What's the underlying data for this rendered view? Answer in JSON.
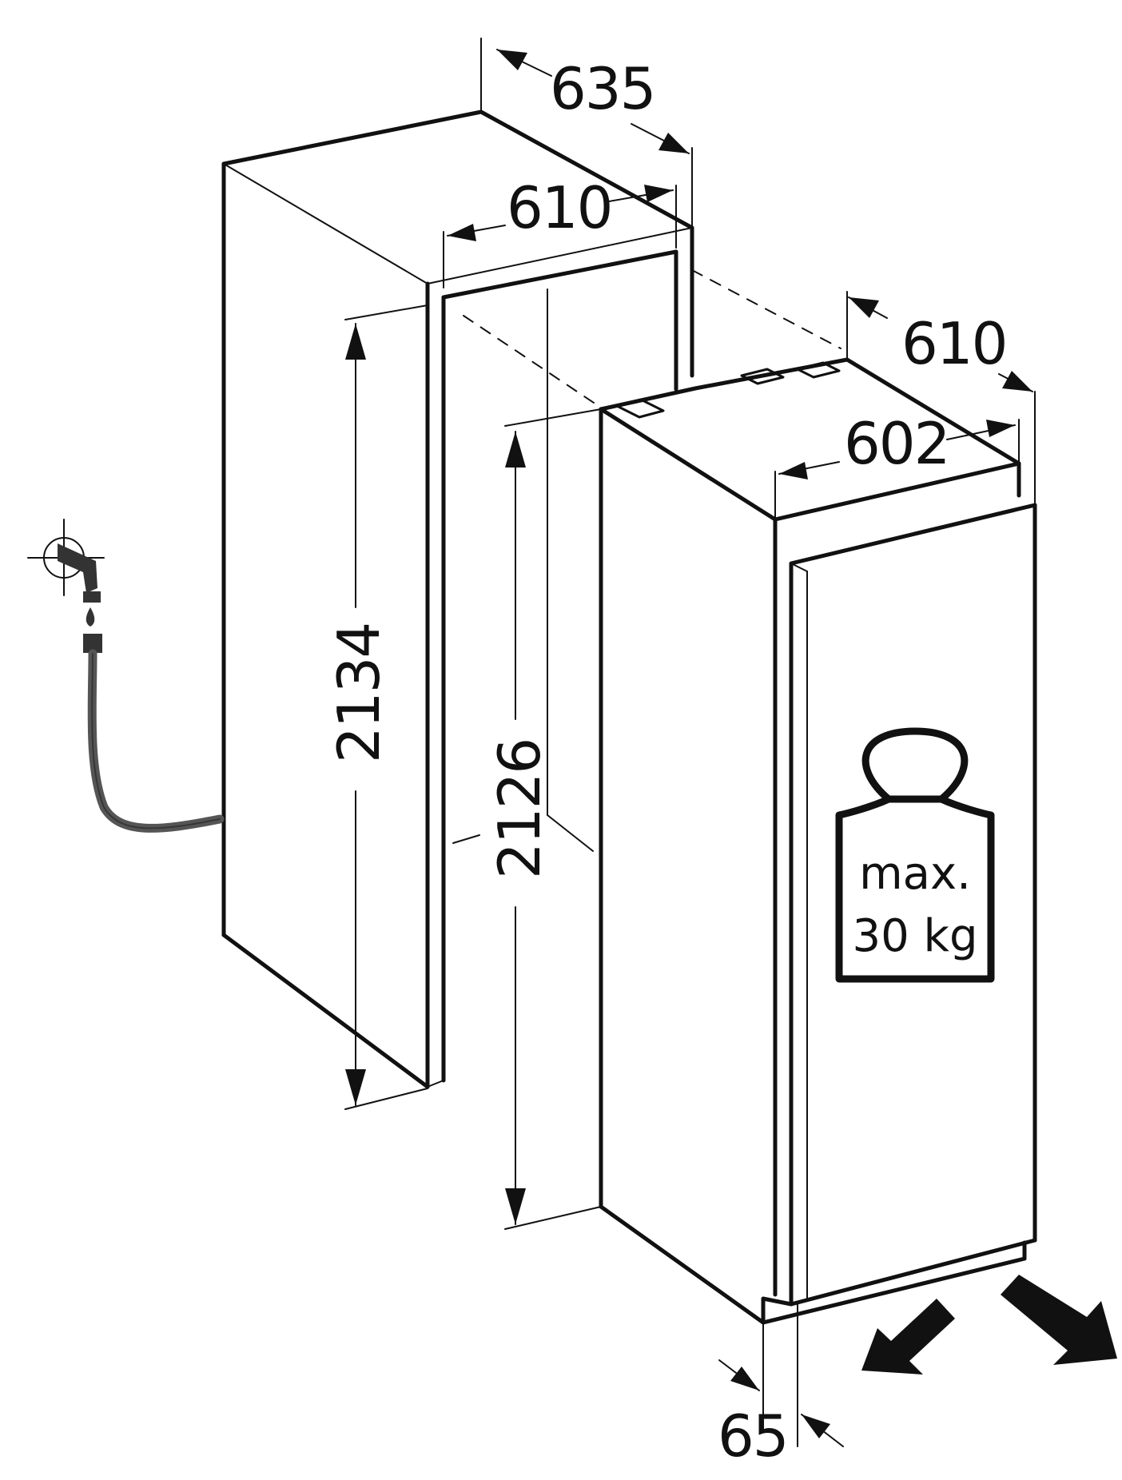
{
  "dimensions": {
    "niche_depth": "635",
    "niche_width": "610",
    "niche_height": "2134",
    "appliance_height": "2126",
    "appliance_depth": "610",
    "appliance_width": "602",
    "door_offset": "65"
  },
  "weight_label": {
    "line1": "max.",
    "line2": "30 kg"
  },
  "icons": [
    "water-tap-icon",
    "weight-icon",
    "arrow-in-icon",
    "arrow-out-icon"
  ],
  "colors": {
    "line": "#111111",
    "hose": "#555555",
    "background": "#ffffff"
  }
}
